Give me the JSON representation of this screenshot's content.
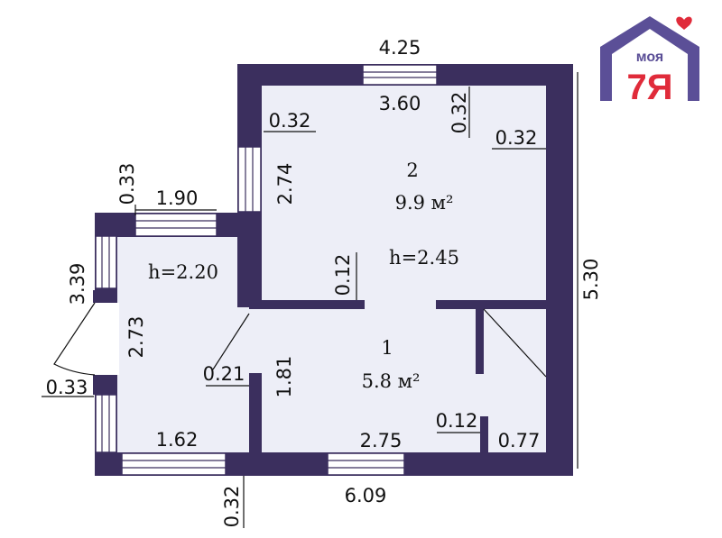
{
  "logo": {
    "top_text": "моя",
    "big_text": "7Я",
    "colors": {
      "house": "#5b4f97",
      "accent": "#e02b3a"
    }
  },
  "colors": {
    "wall": "#3b2f5e",
    "floor": "#edeef7",
    "line": "#111111",
    "window": "#ffffff"
  },
  "rooms": [
    {
      "number": "1",
      "area": "5.8 м²"
    },
    {
      "number": "2",
      "area": "9.9 м²"
    }
  ],
  "heights": {
    "small_room": "h=2.20",
    "main_room": "h=2.45"
  },
  "dimensions": {
    "top_overall": "4.25",
    "top_inner": "3.60",
    "top_wall_vertical": "0.32",
    "inner_wall_left": "0.32",
    "right_wall": "0.32",
    "room2_left_height": "2.74",
    "partition": "0.12",
    "right_overall": "5.30",
    "side_wall_left": "0.33",
    "small_room_width": "1.90",
    "left_overall": "3.39",
    "small_room_height": "2.73",
    "bottom_left_wall": "0.33",
    "small_room_bottom": "1.62",
    "door_wall": "0.21",
    "room1_height": "1.81",
    "closet_partition": "0.12",
    "closet_width": "0.77",
    "bottom_inner": "2.75",
    "bottom_wall": "0.32",
    "bottom_overall": "6.09"
  }
}
